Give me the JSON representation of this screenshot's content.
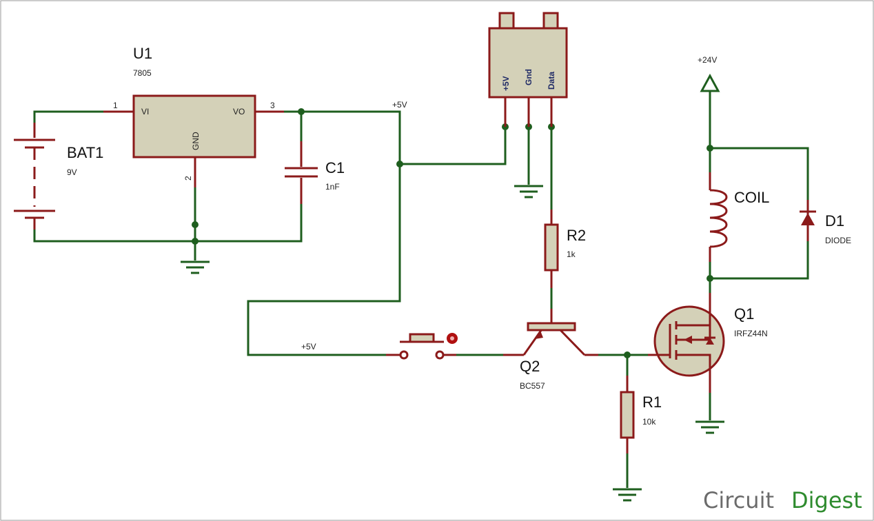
{
  "u1": {
    "ref": "U1",
    "value": "7805",
    "pin_vi": "VI",
    "pin_vo": "VO",
    "pin_gnd": "GND",
    "pin1": "1",
    "pin2": "2",
    "pin3": "3"
  },
  "bat1": {
    "ref": "BAT1",
    "value": "9V"
  },
  "c1": {
    "ref": "C1",
    "value": "1nF"
  },
  "sensor": {
    "pin_5v": "+5V",
    "pin_gnd": "Gnd",
    "pin_data": "Data"
  },
  "net_5v_top": "+5V",
  "net_5v_switch": "+5V",
  "net_24v": "+24V",
  "r2": {
    "ref": "R2",
    "value": "1k"
  },
  "r1": {
    "ref": "R1",
    "value": "10k"
  },
  "q2": {
    "ref": "Q2",
    "value": "BC557"
  },
  "q1": {
    "ref": "Q1",
    "value": "IRFZ44N"
  },
  "coil": {
    "label": "COIL"
  },
  "d1": {
    "ref": "D1",
    "value": "DIODE"
  },
  "logo": {
    "part1": "Circuit",
    "part2": "Digest"
  },
  "colors": {
    "wire": "#1e5e1e",
    "lead": "#8b1a1a",
    "body": "#d4d1b8",
    "logo_gray": "#6b6b6b",
    "logo_green": "#2e8b2e"
  }
}
